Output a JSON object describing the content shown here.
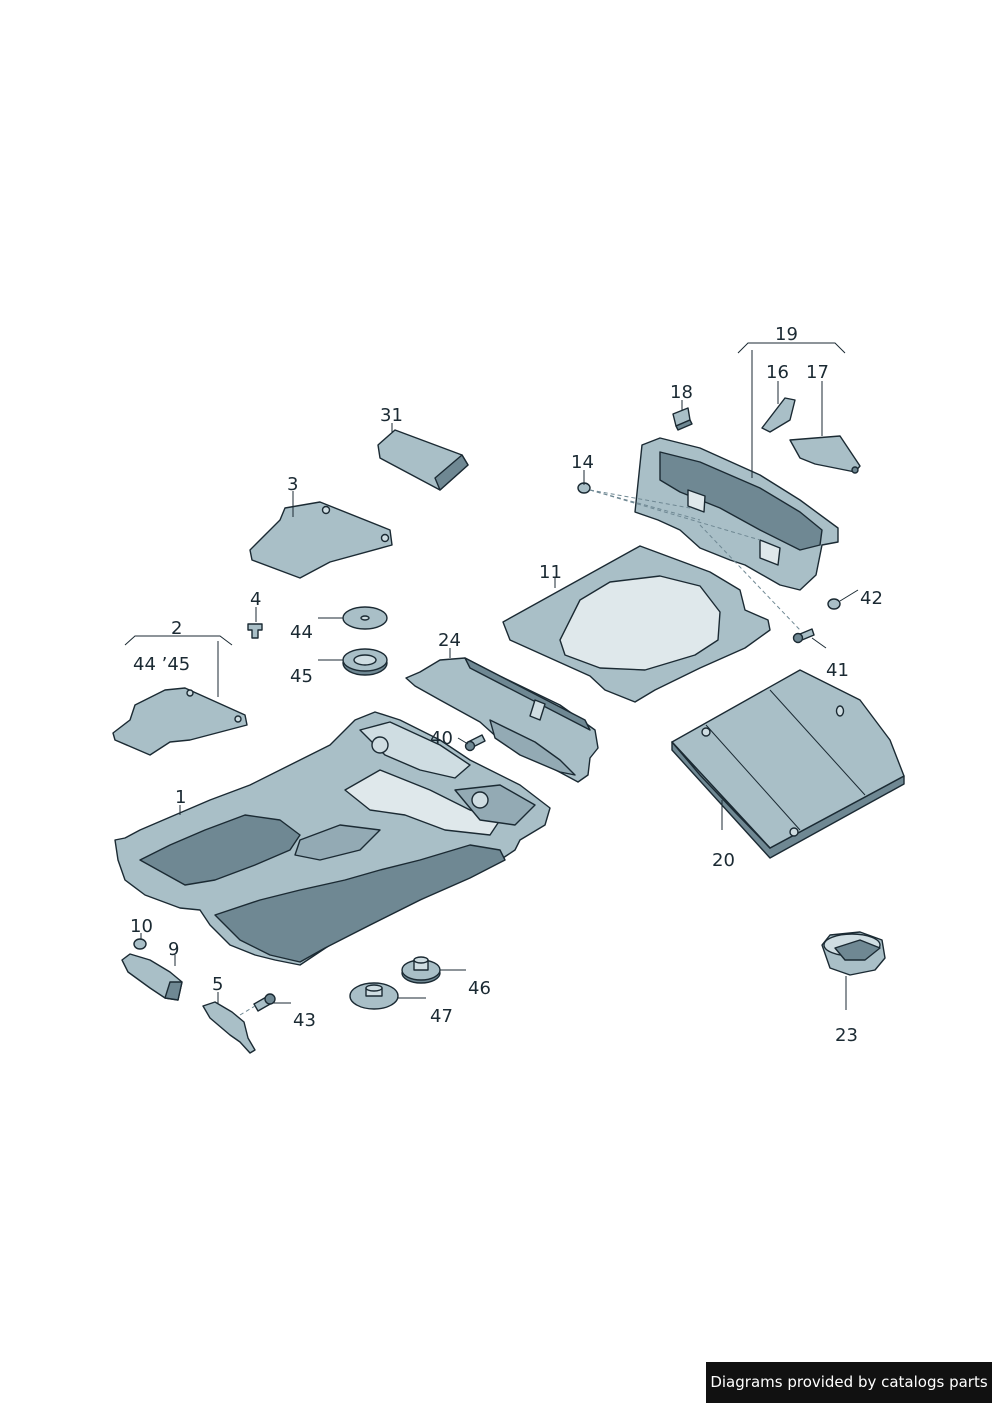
{
  "callouts": {
    "p1": "1",
    "p2": "2",
    "p2_sub": "44 ’45",
    "p3": "3",
    "p4": "4",
    "p5": "5",
    "p9": "9",
    "p10": "10",
    "p11": "11",
    "p14": "14",
    "p16": "16",
    "p17": "17",
    "p18": "18",
    "p19": "19",
    "p20": "20",
    "p23": "23",
    "p24": "24",
    "p31": "31",
    "p40": "40",
    "p41": "41",
    "p42": "42",
    "p43": "43",
    "p44": "44",
    "p45": "45",
    "p46": "46",
    "p47": "47"
  },
  "footer": {
    "credit": "Diagrams provided by catalogs parts"
  },
  "colors": {
    "part_fill": "#a9bfc7",
    "part_shade": "#6f8893",
    "outline": "#1b2a33",
    "credit_bg": "#111111"
  }
}
